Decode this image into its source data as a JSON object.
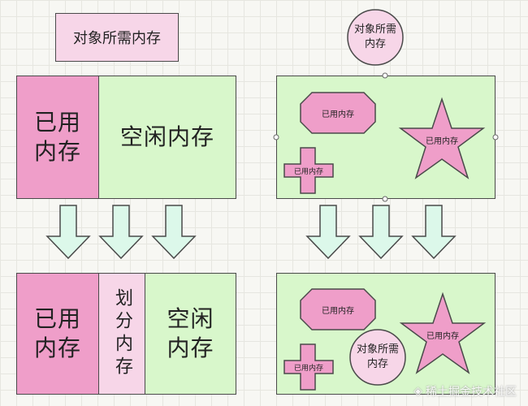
{
  "top_left_label": "对象所需内存",
  "top_right_label": "对象所需内存",
  "left_before": {
    "used": "已用内存",
    "free": "空闲内存"
  },
  "left_after": {
    "used": "已用内存",
    "allocated": "划分内存",
    "free": "空闲内存"
  },
  "right_before": {
    "octagon": "已用内存",
    "star": "已用内存",
    "cross": "已用内存"
  },
  "right_after": {
    "octagon": "已用内存",
    "star": "已用内存",
    "cross": "已用内存",
    "circle": "对象所需内存"
  },
  "watermark": "稀土掘金技术社区",
  "colors": {
    "pink": "#ef9ec9",
    "light_pink": "#f7d6e8",
    "green": "#d8f7cb",
    "arrow": "#dcf8ea",
    "stroke": "#4a4a4a"
  }
}
